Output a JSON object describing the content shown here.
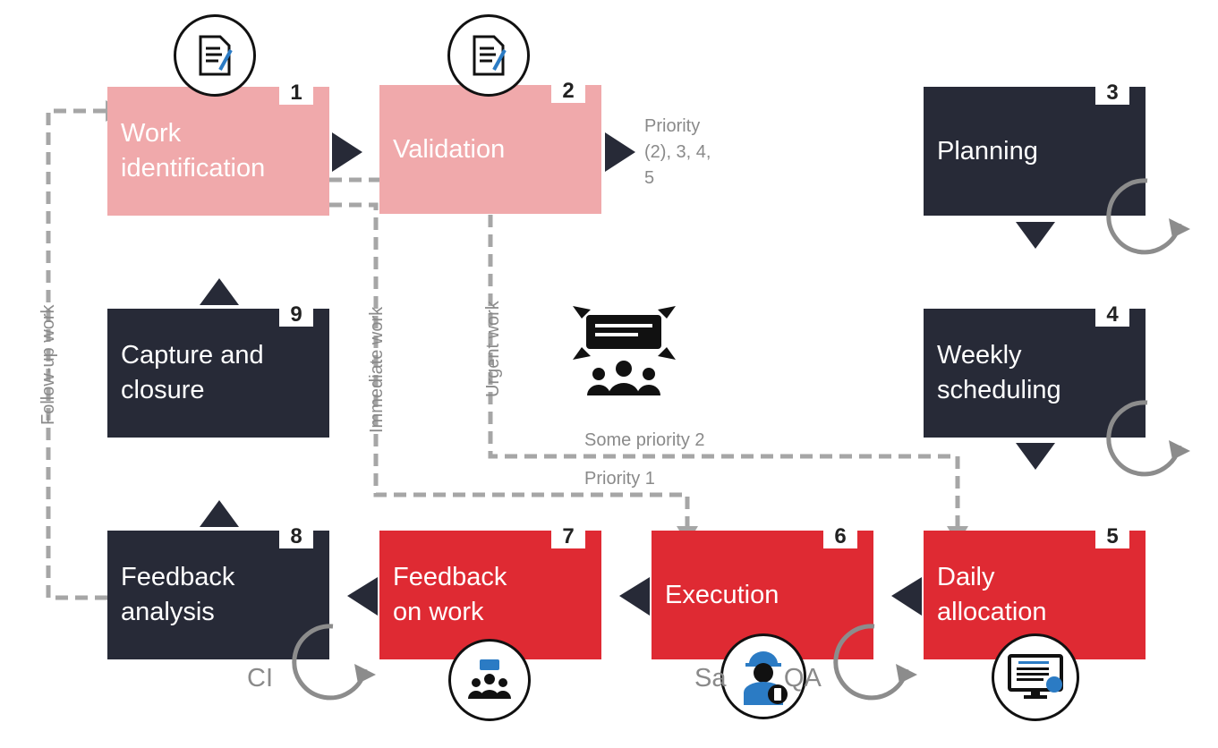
{
  "steps": [
    {
      "n": "1",
      "label": "Work identification",
      "style": "pink"
    },
    {
      "n": "2",
      "label": "Validation",
      "style": "pink"
    },
    {
      "n": "3",
      "label": "Planning",
      "style": "dark"
    },
    {
      "n": "4",
      "label": "Weekly scheduling",
      "style": "dark"
    },
    {
      "n": "5",
      "label": "Daily allocation",
      "style": "red"
    },
    {
      "n": "6",
      "label": "Execution",
      "style": "red"
    },
    {
      "n": "7",
      "label": "Feedback on work",
      "style": "red"
    },
    {
      "n": "8",
      "label": "Feedback analysis",
      "style": "dark"
    },
    {
      "n": "9",
      "label": "Capture and closure",
      "style": "dark"
    }
  ],
  "labels": {
    "priority": "Priority (2), 3, 4, 5",
    "follow_up": "Follow-up work",
    "immediate": "Immediate work",
    "urgent": "Urgent work",
    "some_priority_2": "Some priority 2",
    "priority_1": "Priority 1",
    "ci": "CI",
    "safety_qa": "Sa        QA"
  },
  "colors": {
    "pink": "#f0a9ab",
    "dark": "#272a37",
    "red": "#df2a33",
    "dash": "#a6a6a6"
  },
  "icons": [
    "document-edit-icon",
    "document-edit-icon",
    "meeting-icon",
    "team-chat-icon",
    "worker-mobile-icon",
    "schedule-monitor-icon",
    "cycle-icon"
  ]
}
